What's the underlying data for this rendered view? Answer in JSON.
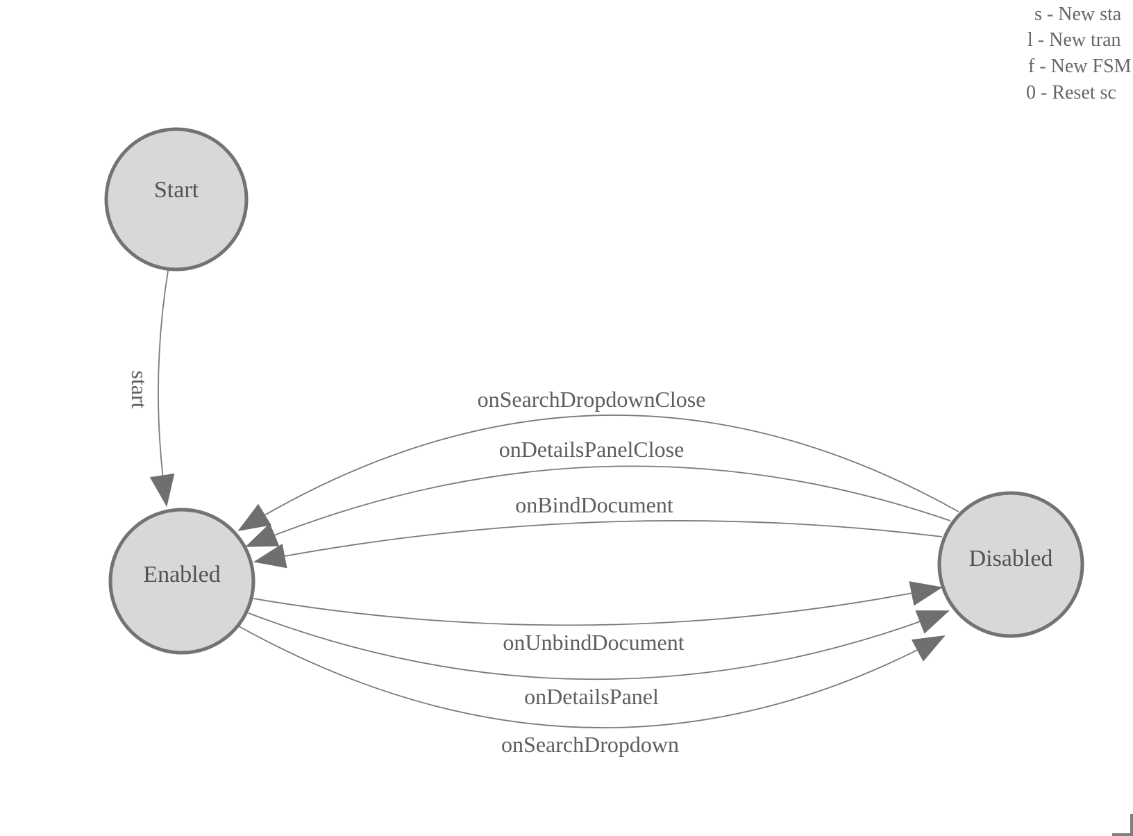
{
  "legend": {
    "lines": [
      "s - New sta",
      "l - New tran",
      "f - New FSM",
      "0 - Reset sc"
    ]
  },
  "diagram": {
    "type": "finite-state-machine",
    "states": [
      {
        "label": "Start"
      },
      {
        "label": "Enabled"
      },
      {
        "label": "Disabled"
      }
    ],
    "transitions": [
      {
        "label": "start",
        "from": "Start",
        "to": "Enabled"
      },
      {
        "label": "onSearchDropdownClose",
        "from": "Disabled",
        "to": "Enabled"
      },
      {
        "label": "onDetailsPanelClose",
        "from": "Disabled",
        "to": "Enabled"
      },
      {
        "label": "onBindDocument",
        "from": "Disabled",
        "to": "Enabled"
      },
      {
        "label": "onUnbindDocument",
        "from": "Enabled",
        "to": "Disabled"
      },
      {
        "label": "onDetailsPanel",
        "from": "Enabled",
        "to": "Disabled"
      },
      {
        "label": "onSearchDropdown",
        "from": "Enabled",
        "to": "Disabled"
      }
    ],
    "colors": {
      "state_fill": "#d8d8d8",
      "state_stroke": "#737373",
      "edge_stroke": "#7a7a7a",
      "arrow_fill": "#6f6f6f",
      "state_label_text": "#525252",
      "edge_label_text": "#5e5e5e",
      "legend_text": "#666666",
      "background": "#ffffff"
    }
  }
}
